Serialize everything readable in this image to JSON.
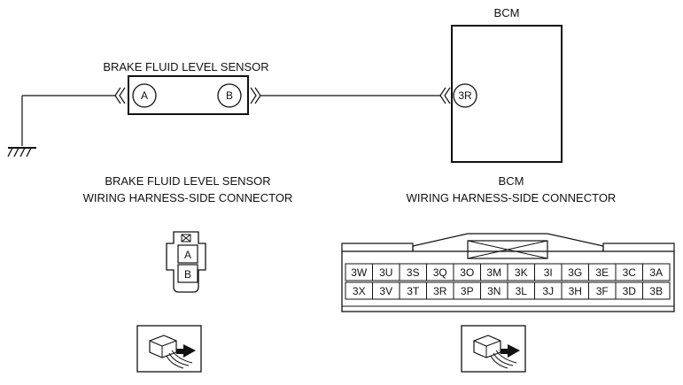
{
  "sensor": {
    "title": "BRAKE FLUID LEVEL SENSOR",
    "terminal_a": "A",
    "terminal_b": "B"
  },
  "bcm": {
    "title": "BCM",
    "terminal": "3R"
  },
  "sensor_connector": {
    "title_line1": "BRAKE FLUID LEVEL SENSOR",
    "title_line2": "WIRING HARNESS-SIDE CONNECTOR",
    "pins": [
      "A",
      "B"
    ]
  },
  "bcm_connector": {
    "title_line1": "BCM",
    "title_line2": "WIRING HARNESS-SIDE CONNECTOR",
    "row1": [
      "3W",
      "3U",
      "3S",
      "3Q",
      "3O",
      "3M",
      "3K",
      "3I",
      "3G",
      "3E",
      "3C",
      "3A"
    ],
    "row2": [
      "3X",
      "3V",
      "3T",
      "3R",
      "3P",
      "3N",
      "3L",
      "3J",
      "3H",
      "3F",
      "3D",
      "3B"
    ]
  }
}
